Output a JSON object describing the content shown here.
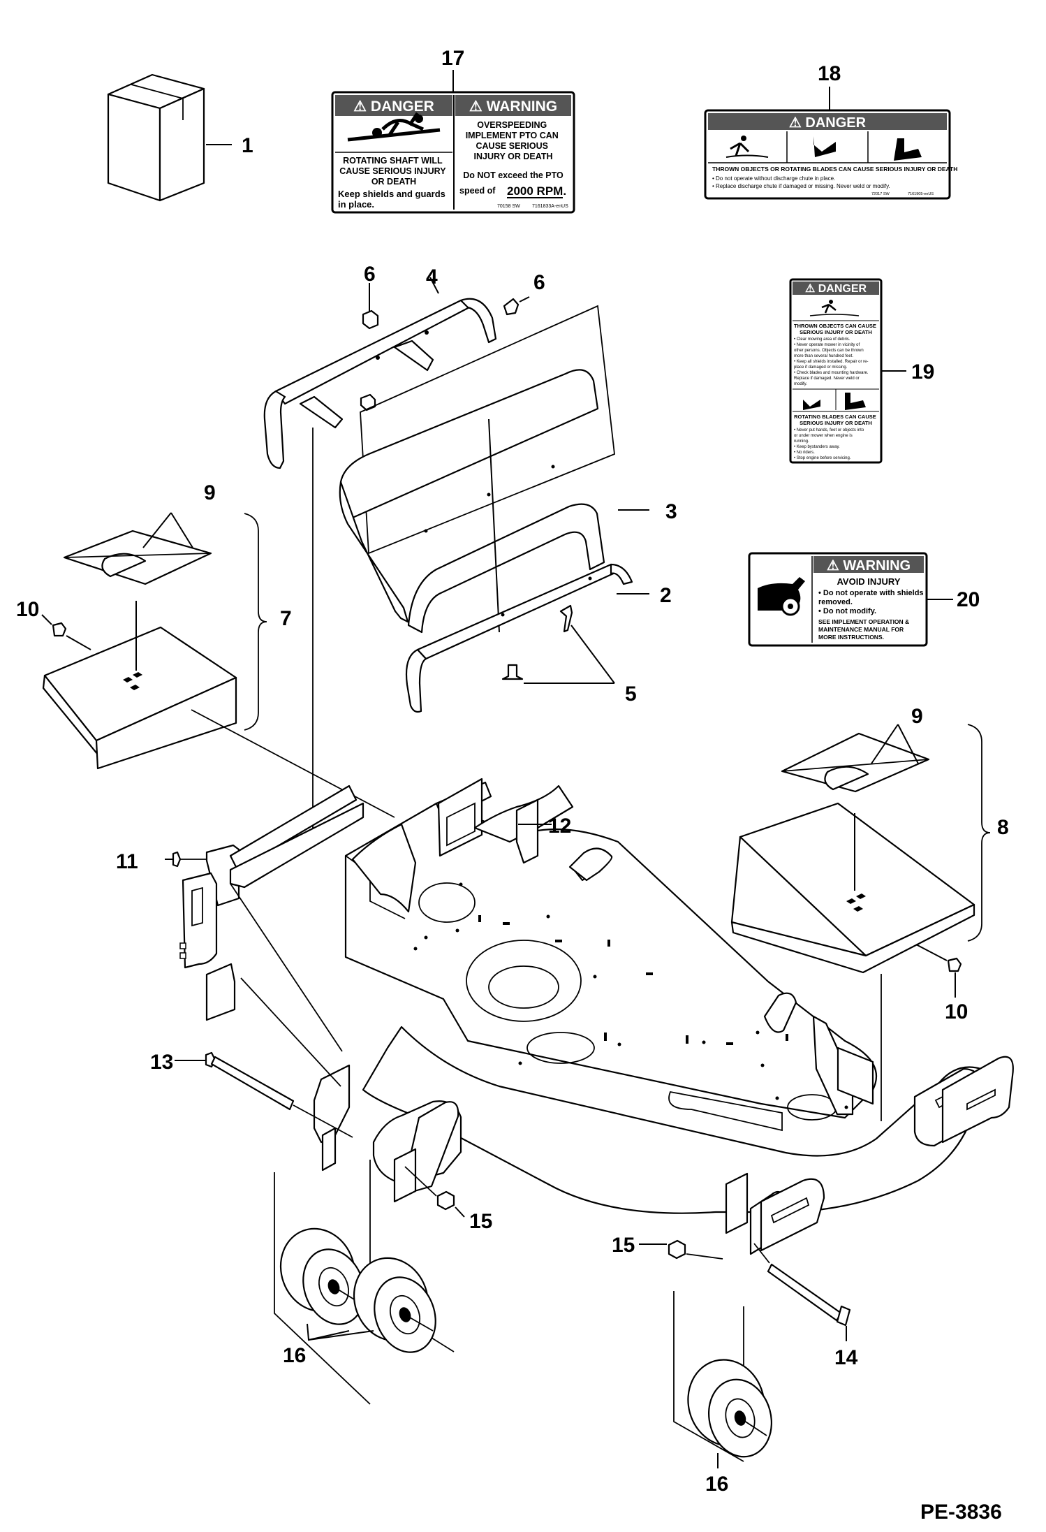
{
  "figure_code": "PE-3836",
  "callouts": {
    "c1": "1",
    "c2": "2",
    "c3": "3",
    "c4": "4",
    "c5": "5",
    "c6a": "6",
    "c6b": "6",
    "c7": "7",
    "c8": "8",
    "c9a": "9",
    "c9b": "9",
    "c10a": "10",
    "c10b": "10",
    "c11": "11",
    "c12": "12",
    "c13": "13",
    "c14": "14",
    "c15a": "15",
    "c15b": "15",
    "c16a": "16",
    "c16b": "16",
    "c17": "17",
    "c18": "18",
    "c19": "19",
    "c20": "20"
  },
  "decal17": {
    "danger_banner": "⚠ DANGER",
    "danger_lines": [
      "ROTATING SHAFT WILL",
      "CAUSE SERIOUS INJURY",
      "OR DEATH",
      "Keep shields and guards",
      "in place."
    ],
    "warning_banner": "⚠ WARNING",
    "warning_lines": [
      "OVERSPEEDING",
      "IMPLEMENT PTO CAN",
      "CAUSE SERIOUS",
      "INJURY OR DEATH"
    ],
    "warning_lines2": [
      "Do NOT exceed the PTO",
      "speed of"
    ],
    "rpm": "2000 RPM.",
    "code_left": "70158 SW",
    "code_right": "7161833A-enUS"
  },
  "decal18": {
    "banner": "⚠ DANGER",
    "headline": "THROWN OBJECTS OR ROTATING BLADES CAN CAUSE SERIOUS INJURY OR DEATH",
    "bullets": [
      "• Do not operate without discharge chute in place.",
      "• Replace discharge chute if damaged or missing. Never weld or modify."
    ],
    "code_left": "72017 SW",
    "code_right": "7161905-enUS"
  },
  "decal19": {
    "banner": "⚠ DANGER",
    "headline1": [
      "THROWN OBJECTS CAN CAUSE",
      "SERIOUS INJURY OR DEATH"
    ],
    "bullets1": [
      "• Clear mowing area of debris.",
      "• Never operate mower in vicinity of",
      "  other persons. Objects can be thrown",
      "  more than several hundred feet.",
      "• Keep all shields installed. Repair or re-",
      "  place if damaged or missing.",
      "• Check blades and mounting hardware.",
      "  Replace if damaged. Never weld or",
      "  modify."
    ],
    "headline2": [
      "ROTATING BLADES CAN CAUSE",
      "SERIOUS INJURY OR DEATH"
    ],
    "bullets2": [
      "• Never put hands, feet or objects into",
      "  or under mower when engine is",
      "  running.",
      "• Keep bystanders away.",
      "• No riders.",
      "• Stop engine before servicing."
    ]
  },
  "decal20": {
    "banner": "⚠ WARNING",
    "headline": "AVOID INJURY",
    "bullets": [
      "• Do not operate with shields",
      "   removed.",
      "• Do not modify."
    ],
    "footer": [
      "SEE IMPLEMENT OPERATION &",
      "MAINTENANCE MANUAL FOR",
      "MORE INSTRUCTIONS."
    ]
  },
  "colors": {
    "ink": "#000000",
    "paper": "#ffffff",
    "banner": "#555555"
  }
}
